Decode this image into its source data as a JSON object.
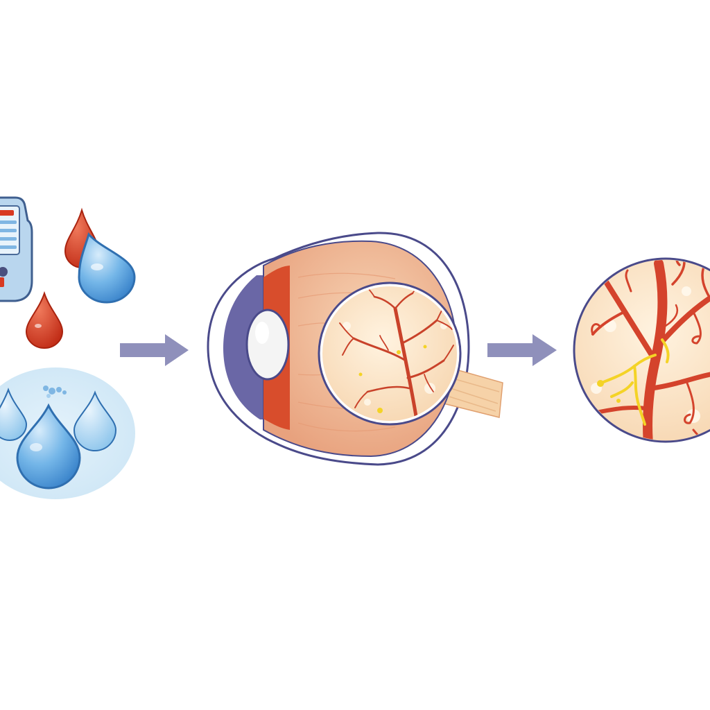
{
  "diagram": {
    "stages": [
      {
        "id": "glucose-sources",
        "icons": [
          "glucose-meter-icon",
          "blood-drop-icon",
          "water-drop-icon"
        ]
      },
      {
        "id": "eye-cross-section",
        "icons": [
          "eye-icon",
          "lens-icon",
          "optic-nerve-icon",
          "retina-magnifier-icon"
        ]
      },
      {
        "id": "retina-closeup",
        "icons": [
          "retinal-vessels-icon",
          "exudate-icon"
        ]
      }
    ],
    "connectors": [
      "arrow-right-icon",
      "arrow-right-icon"
    ],
    "colors": {
      "blood": "#d83a22",
      "water": "#5aa6e0",
      "vessel": "#d4432c",
      "retina": "#fbe6cc",
      "eye_body": "#f1b894",
      "iris": "#6a67a6",
      "outline": "#4a4a8a",
      "arrow": "#8f90bb",
      "exudate": "#f4d326"
    }
  }
}
